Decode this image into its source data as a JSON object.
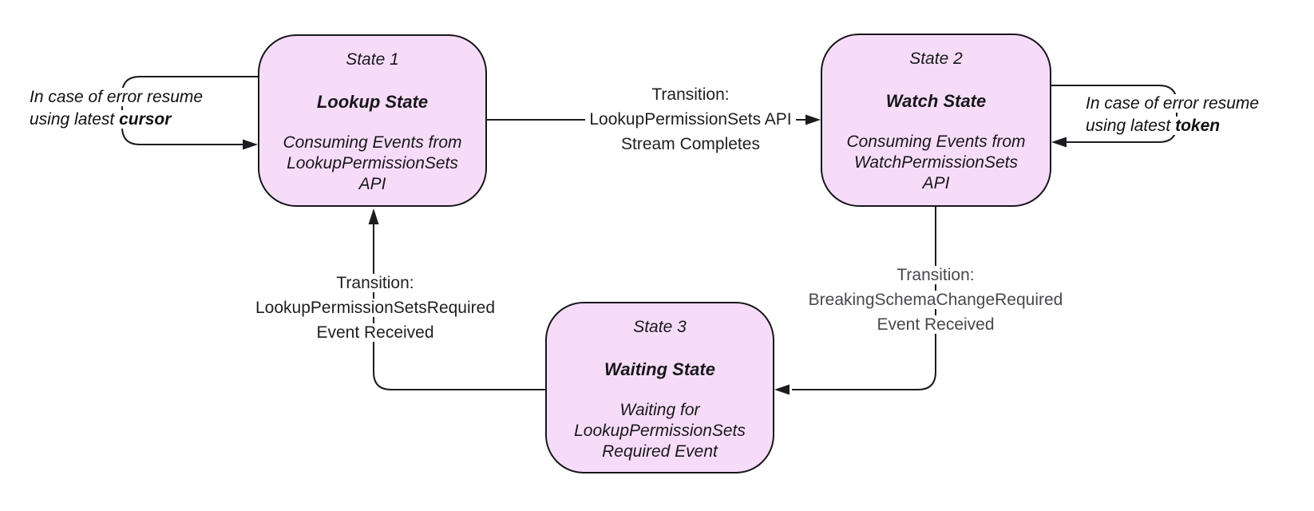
{
  "diagram_type": "state-machine",
  "colors": {
    "background": "#ffffff",
    "state_fill": "#f7dcfa",
    "state_border": "#17171a",
    "connector": "#1c1c20",
    "label_text": "#1f1f23",
    "label_text_gray": "#47474f"
  },
  "states": [
    {
      "title": "State 1",
      "name": "Lookup State",
      "body": [
        "Consuming Events from",
        "LookupPermissionSets",
        "API"
      ]
    },
    {
      "title": "State 2",
      "name": "Watch State",
      "body": [
        "Consuming Events from",
        "WatchPermissionSets",
        "API"
      ]
    },
    {
      "title": "State 3",
      "name": "Waiting State",
      "body": [
        "Waiting for",
        "LookupPermissionSets",
        "Required Event"
      ]
    }
  ],
  "transitions": [
    {
      "from": "State 1",
      "to": "State 2",
      "lines": [
        "Transition:",
        "LookupPermissionSets API",
        "Stream Completes"
      ]
    },
    {
      "from": "State 2",
      "to": "State 3",
      "lines": [
        "Transition:",
        "BreakingSchemaChangeRequired",
        "Event Received"
      ]
    },
    {
      "from": "State 3",
      "to": "State 1",
      "lines": [
        "Transition:",
        "LookupPermissionSetsRequired",
        "Event Received"
      ]
    }
  ],
  "error_labels": [
    {
      "attached_to": "State 1",
      "line1": "In case of error resume",
      "line2_prefix": "using latest ",
      "line2_bold": "cursor"
    },
    {
      "attached_to": "State 2",
      "line1": "In case of error resume",
      "line2_prefix": "using latest ",
      "line2_bold": "token"
    }
  ]
}
